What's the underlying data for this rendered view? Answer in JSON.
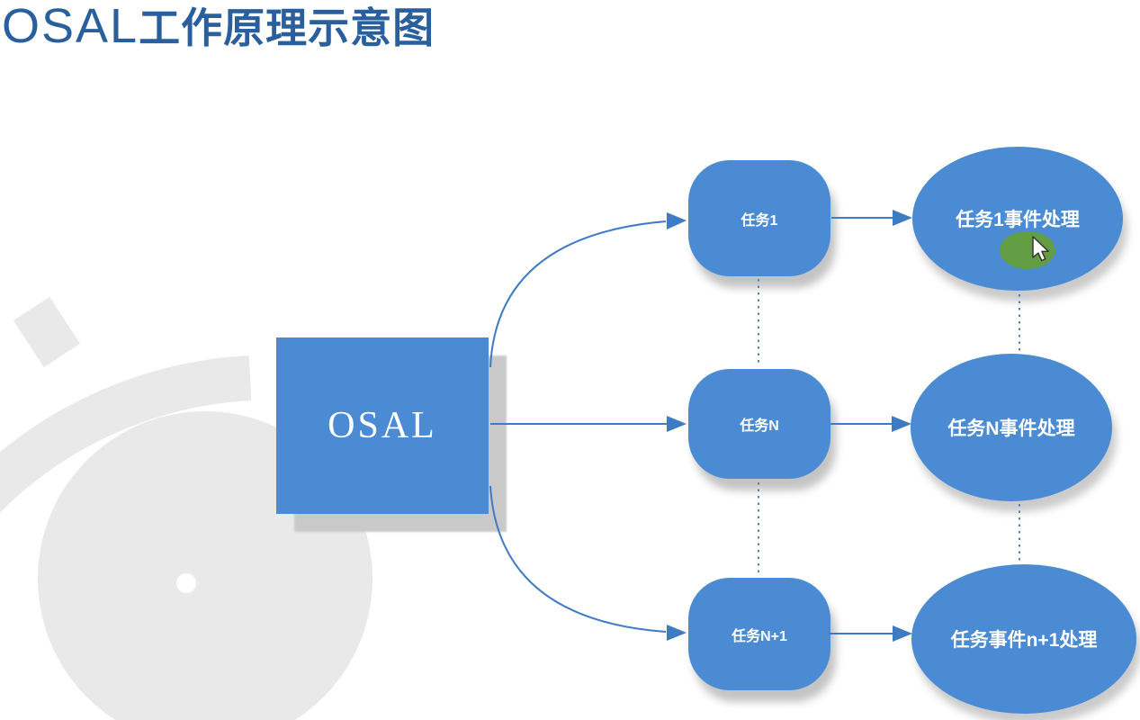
{
  "page_title": {
    "prefix": "OSAL",
    "suffix": "工作原理示意图",
    "full": "OSAL工作原理示意图"
  },
  "diagram": {
    "root": {
      "label": "OSAL"
    },
    "tasks": [
      {
        "label": "任务1"
      },
      {
        "label": "任务N"
      },
      {
        "label": "任务N+1"
      }
    ],
    "handlers": [
      {
        "label": "任务1事件处理"
      },
      {
        "label": "任务N事件处理"
      },
      {
        "label": "任务事件n+1处理"
      }
    ],
    "edges": [
      "OSAL→任务1",
      "OSAL→任务N",
      "OSAL→任务N+1",
      "任务1→任务1事件处理",
      "任务N→任务N事件处理",
      "任务N+1→任务事件n+1处理"
    ]
  },
  "colors": {
    "shape_blue": "#4a8bd3",
    "arrow_blue": "#3d7bc4",
    "dotted_blue": "#5b80ad",
    "title_blue": "#2a5f9e",
    "watermark_gray": "#e9e9e9",
    "cursor_highlight_green": "#69a123",
    "node_text": "#ffffff"
  },
  "cursor": {
    "type": "arrow-pointer",
    "highlight": "green-circle",
    "position_over": "任务1事件处理"
  }
}
